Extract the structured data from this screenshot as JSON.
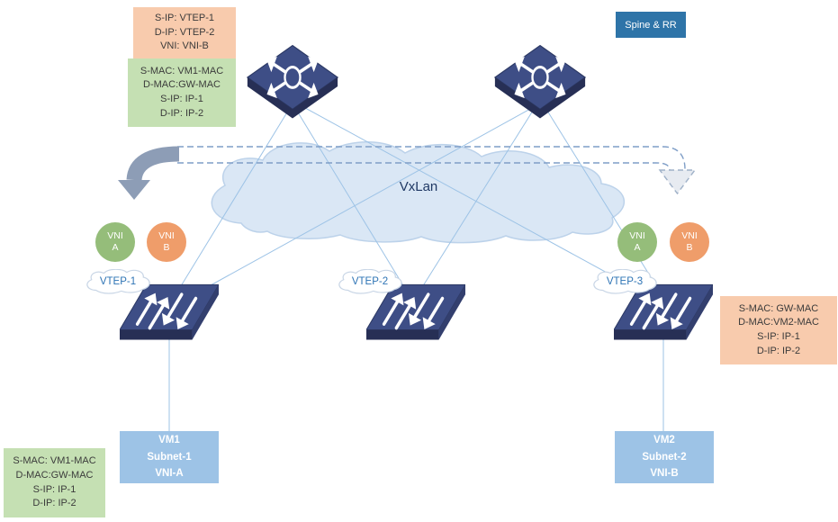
{
  "colors": {
    "peach": "#f8cbad",
    "green": "#c5e0b3",
    "vm_blue": "#9dc3e6",
    "spine_label_bg": "#2e74a8",
    "vni_green": "#95bd7a",
    "vni_orange": "#ef9d6a",
    "line_blue": "#9dc3e6",
    "dash_blue": "#7f9ec7",
    "cloud_fill": "#dae7f5",
    "icon_navy": "#3e4e86",
    "vtep_text": "#2e74b5"
  },
  "labels": {
    "spine_rr": "Spine & RR",
    "cloud": "VxLan"
  },
  "packet_labels": {
    "vxlan_header": [
      "S-IP: VTEP-1",
      "D-IP: VTEP-2",
      "VNI: VNI-B"
    ],
    "inner_frame_top": [
      "S-MAC: VM1-MAC",
      "D-MAC:GW-MAC",
      "S-IP: IP-1",
      "D-IP: IP-2"
    ],
    "inner_frame_right": [
      "S-MAC: GW-MAC",
      "D-MAC:VM2-MAC",
      "S-IP: IP-1",
      "D-IP: IP-2"
    ],
    "original_frame": [
      "S-MAC: VM1-MAC",
      "D-MAC:GW-MAC",
      "S-IP: IP-1",
      "D-IP: IP-2"
    ]
  },
  "vteps": [
    "VTEP-1",
    "VTEP-2",
    "VTEP-3"
  ],
  "vni_badges": {
    "a_line1": "VNI",
    "a_line2": "A",
    "b_line1": "VNI",
    "b_line2": "B"
  },
  "vms": {
    "vm1": [
      "VM1",
      "Subnet-1",
      "VNI-A"
    ],
    "vm2": [
      "VM2",
      "Subnet-2",
      "VNI-B"
    ]
  }
}
